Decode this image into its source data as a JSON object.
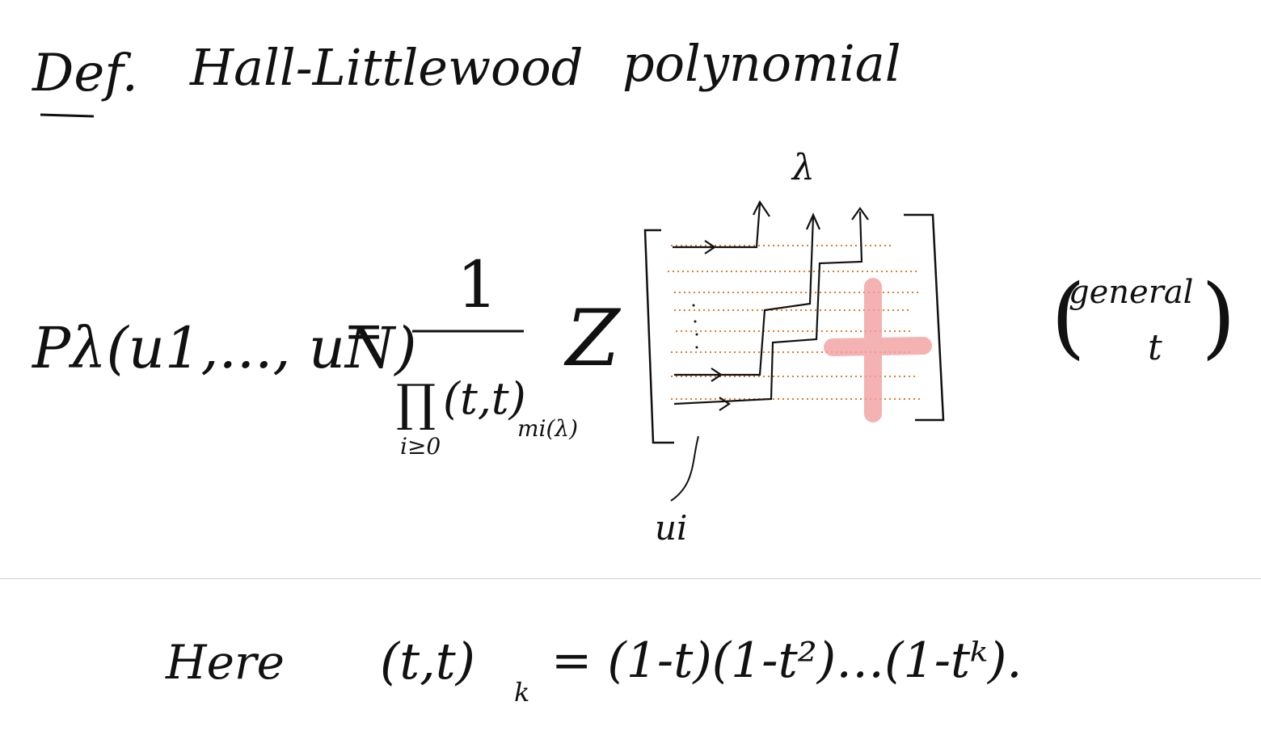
{
  "title": {
    "def": "Def.",
    "name": "Hall-Littlewood",
    "word": "polynomial"
  },
  "formula": {
    "lhs": "Pλ(u1,..., uN)",
    "equals": "=",
    "numerator": "1",
    "denominator_prod": "∏",
    "denominator_body": "(t,t)",
    "denominator_sub": "mi(λ)",
    "prod_index": "i≥0",
    "sum_symbol": "Z",
    "top_label": "λ",
    "side_label": "ui",
    "note_line1": "general",
    "note_line2": "t"
  },
  "definition": {
    "here": "Here",
    "lhs": "(t,t)",
    "lhs_sub": "k",
    "rhs": "= (1-t)(1-t²)…(1-tᵏ)."
  },
  "colors": {
    "ink": "#111111",
    "dotted_lines": "#e07a2e",
    "highlight": "#f2a0a0",
    "divider": "#c8d4d8"
  }
}
